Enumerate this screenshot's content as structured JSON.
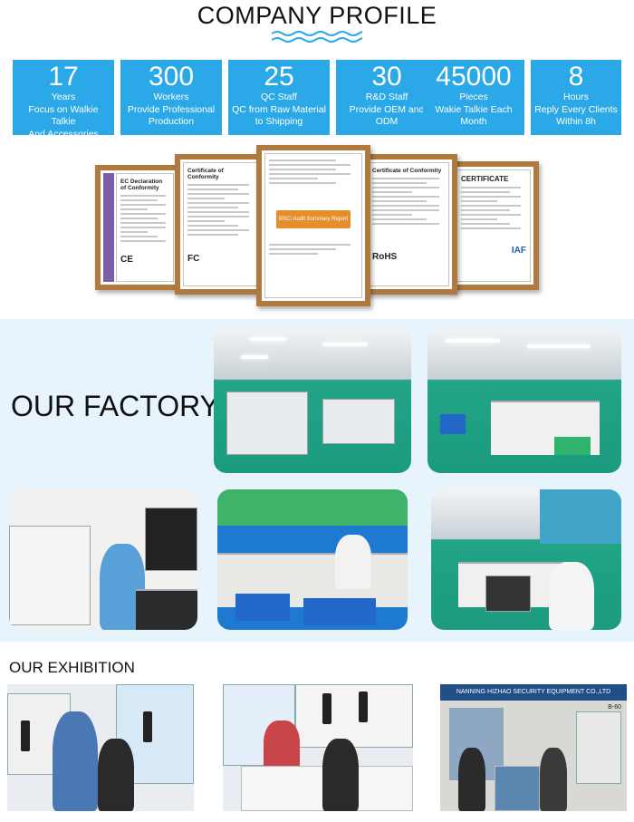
{
  "profile": {
    "title": "COMPANY PROFILE",
    "stats": [
      {
        "number": "17",
        "label": "Years\nFocus on Walkie Talkie\nAnd Accessories"
      },
      {
        "number": "300",
        "label": "Workers\nProvide Professional\nProduction"
      },
      {
        "number": "25",
        "label": "QC Staff\nQC from Raw Material\nto Shipping"
      },
      {
        "number": "30",
        "label": "R&D Staff\nProvide OEM and\nODM"
      },
      {
        "number": "45000",
        "label": "Pieces\nWakie Talkie Each\nMonth"
      },
      {
        "number": "8",
        "label": "Hours\nReply Every Clients\nWithin 8h"
      }
    ],
    "certificates": [
      {
        "heading": "EC Declaration of Conformity",
        "mark": "CE"
      },
      {
        "heading": "Certificate of Conformity",
        "mark": "FC"
      },
      {
        "heading": "BSCI Audit Summary Report",
        "mark": ""
      },
      {
        "heading": "Certificate of Conformity",
        "mark": "RoHS"
      },
      {
        "heading": "CERTIFICATE",
        "mark": "IAF"
      }
    ],
    "accent_color": "#2aa8e8"
  },
  "factory": {
    "title": "OUR FACTORY",
    "background_color": "#e7f4fb"
  },
  "exhibition": {
    "title": "OUR EXHIBITION",
    "booth_banner": "NANNING HIZHAO SECURITY EQUIPMENT CO.,LTD",
    "booth_number": "B-60"
  }
}
